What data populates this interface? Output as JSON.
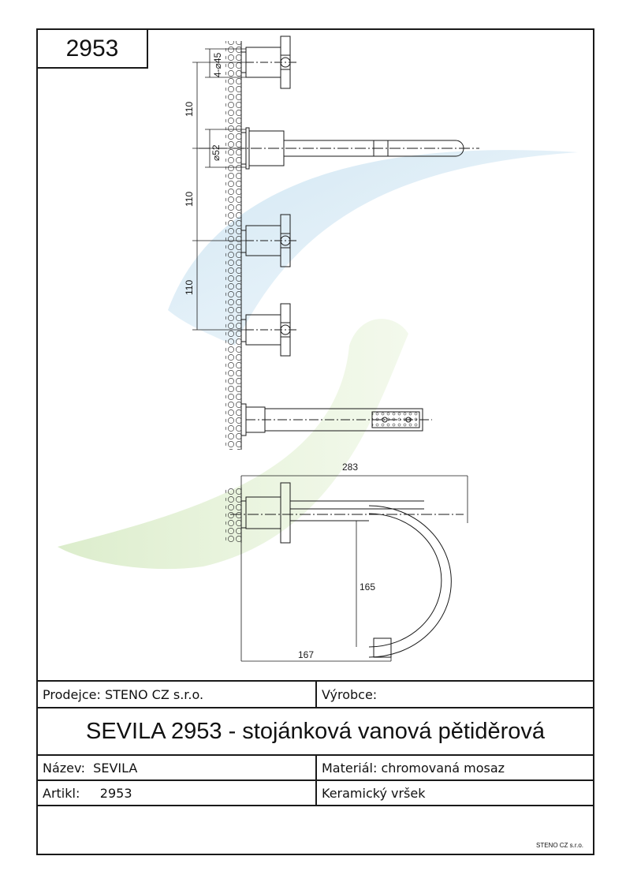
{
  "sheet": {
    "article_number": "2953"
  },
  "drawing": {
    "dimensions": {
      "cap_diameter": "4-⌀45",
      "spacing_1": "110",
      "spout_diameter": "⌀52",
      "spacing_2": "110",
      "spacing_3": "110",
      "total_width": "283",
      "spout_height": "165",
      "spout_reach": "167"
    },
    "colors": {
      "watermark_blue": "#cfe5f2",
      "watermark_green": "#d8ebc6",
      "line": "#1a1a1a"
    }
  },
  "info": {
    "seller_label": "Prodejce:",
    "seller_value": "STENO CZ s.r.o.",
    "manufacturer_label": "Výrobce:",
    "manufacturer_value": "",
    "product_title": "SEVILA 2953 - stojánková vanová pětiděrová",
    "name_label": "Název:",
    "name_value": "SEVILA",
    "material": "Materiál: chromovaná mosaz",
    "article_label": "Artikl:",
    "article_value": "2953",
    "top_type": "Keramický vršek",
    "brand_footer": "STENO CZ s.r.o."
  }
}
